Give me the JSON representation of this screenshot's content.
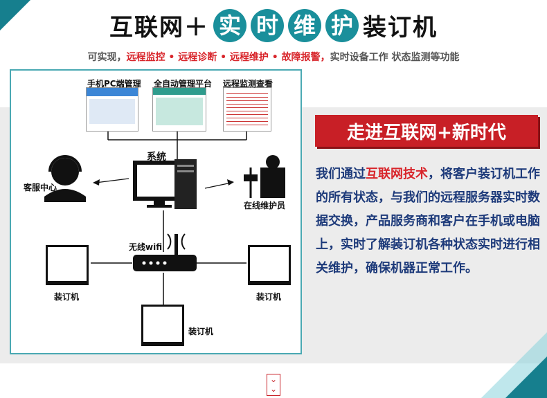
{
  "header": {
    "title_prefix": "互联网＋",
    "title_circled": [
      "实",
      "时",
      "维",
      "护"
    ],
    "title_suffix": "装订机"
  },
  "subtitle": {
    "lead": "可实现，",
    "highlight": "远程监控 • 远程诊断 • 远程维护 • 故障报警，",
    "tail": "实时设备工作 状态监测等功能"
  },
  "diagram": {
    "top_labels": [
      "手机PC端管理",
      "全自动管理平台",
      "远程监测查看"
    ],
    "system_label": "系统",
    "service_label": "客服中心",
    "maintainer_label": "在线维护员",
    "wifi_label": "无线wifi",
    "machine_label": "装订机"
  },
  "panel": {
    "heading": "走进互联网+新时代",
    "para_lead": "我们通过",
    "para_highlight": "互联网技术",
    "para_rest": "，将客户装订机工作的所有状态，与我们的远程服务器实时数据交换，产品服务商和客户在手机或电脑上，实时了解装订机各种状态实时进行相关维护，确保机器正常工作。"
  },
  "colors": {
    "accent": "#1a8f9b",
    "red": "#c81f26",
    "text_blue": "#1d3a7a"
  }
}
